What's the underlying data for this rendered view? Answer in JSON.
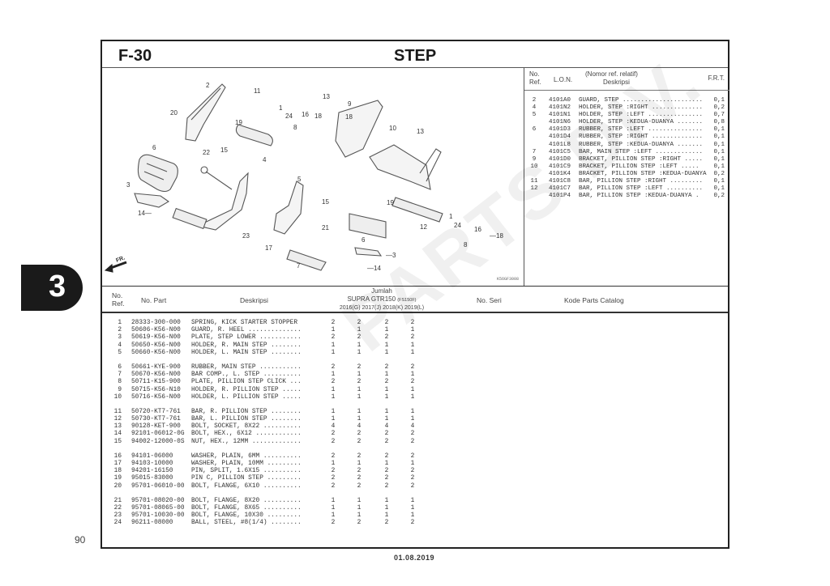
{
  "page": {
    "figure_code": "F-30",
    "figure_title": "STEP",
    "section_number": "3",
    "page_number": "90",
    "date": "01.08.2019",
    "watermark": "PARTS DIV."
  },
  "diagram": {
    "code": "K56GF3008",
    "front_label": "FR.",
    "callouts": [
      "1",
      "2",
      "3",
      "4",
      "5",
      "6",
      "7",
      "8",
      "9",
      "10",
      "11",
      "12",
      "13",
      "14",
      "15",
      "16",
      "17",
      "18",
      "19",
      "20",
      "21",
      "22",
      "23",
      "24"
    ]
  },
  "lon_table": {
    "headers": {
      "ref_line1": "No.",
      "ref_line2": "Ref.",
      "lon": "L.O.N.",
      "desc_line1": "(Nomor ref. relatif)",
      "desc_line2": "Deskripsi",
      "frt": "F.R.T."
    },
    "rows": [
      {
        "ref": "2",
        "lon": "4101A0",
        "desc": "GUARD, STEP ......................",
        "frt": "0,1"
      },
      {
        "ref": "4",
        "lon": "4101N2",
        "desc": "HOLDER, STEP :RIGHT ..............",
        "frt": "0,2"
      },
      {
        "ref": "5",
        "lon": "4101N1",
        "desc": "HOLDER, STEP :LEFT ...............",
        "frt": "0,7"
      },
      {
        "ref": "",
        "lon": "4101N6",
        "desc": "HOLDER, STEP :KEDUA-DUANYA .......",
        "frt": "0,8"
      },
      {
        "ref": "6",
        "lon": "4101D3",
        "desc": "RUBBER, STEP :LEFT ...............",
        "frt": "0,1"
      },
      {
        "ref": "",
        "lon": "4101D4",
        "desc": "RUBBER, STEP :RIGHT ..............",
        "frt": "0,1"
      },
      {
        "ref": "",
        "lon": "4101L8",
        "desc": "RUBBER, STEP :KEDUA-DUANYA .......",
        "frt": "0,1"
      },
      {
        "ref": "7",
        "lon": "4101C5",
        "desc": "BAR, MAIN STEP :LEFT .............",
        "frt": "0,1"
      },
      {
        "ref": "9",
        "lon": "4101D0",
        "desc": "BRACKET, PILLION STEP :RIGHT .....",
        "frt": "0,1"
      },
      {
        "ref": "10",
        "lon": "4101C9",
        "desc": "BRACKET, PILLION STEP :LEFT .....",
        "frt": "0,1"
      },
      {
        "ref": "",
        "lon": "4101K4",
        "desc": "BRACKET, PILLION STEP :KEDUA-DUANYA",
        "frt": "0,2"
      },
      {
        "ref": "11",
        "lon": "4101C8",
        "desc": "BAR, PILLION STEP :RIGHT .........",
        "frt": "0,1"
      },
      {
        "ref": "12",
        "lon": "4101C7",
        "desc": "BAR, PILLION STEP :LEFT ..........",
        "frt": "0,1"
      },
      {
        "ref": "",
        "lon": "4101P4",
        "desc": "BAR, PILLION STEP :KEDUA-DUANYA .",
        "frt": "0,2"
      }
    ]
  },
  "parts_table": {
    "headers": {
      "ref_line1": "No.",
      "ref_line2": "Ref.",
      "part_no": "No. Part",
      "desc": "Deskripsi",
      "qty_title": "Jumlah",
      "model": "SUPRA GTR150",
      "model_code": "(FS150F)",
      "years": "2016(G)  2017(J)  2018(K)  2019(L)",
      "serial": "No. Seri",
      "catalog": "Kode Parts Catalog"
    },
    "groups": [
      [
        {
          "ref": "1",
          "part": "28333-300-000",
          "desc": "SPRING, KICK STARTER STOPPER",
          "qty": [
            "2",
            "2",
            "2",
            "2"
          ]
        },
        {
          "ref": "2",
          "part": "50606-K56-N00",
          "desc": "GUARD, R. HEEL ..............",
          "qty": [
            "1",
            "1",
            "1",
            "1"
          ]
        },
        {
          "ref": "3",
          "part": "50619-K56-N00",
          "desc": "PLATE, STEP LOWER ...........",
          "qty": [
            "2",
            "2",
            "2",
            "2"
          ]
        },
        {
          "ref": "4",
          "part": "50650-K56-N00",
          "desc": "HOLDER, R. MAIN STEP ........",
          "qty": [
            "1",
            "1",
            "1",
            "1"
          ]
        },
        {
          "ref": "5",
          "part": "50660-K56-N00",
          "desc": "HOLDER, L. MAIN STEP ........",
          "qty": [
            "1",
            "1",
            "1",
            "1"
          ]
        }
      ],
      [
        {
          "ref": "6",
          "part": "50661-KYE-900",
          "desc": "RUBBER, MAIN STEP ...........",
          "qty": [
            "2",
            "2",
            "2",
            "2"
          ]
        },
        {
          "ref": "7",
          "part": "50670-K56-N00",
          "desc": "BAR COMP., L. STEP ..........",
          "qty": [
            "1",
            "1",
            "1",
            "1"
          ]
        },
        {
          "ref": "8",
          "part": "50711-K15-900",
          "desc": "PLATE, PILLION STEP CLICK ...",
          "qty": [
            "2",
            "2",
            "2",
            "2"
          ]
        },
        {
          "ref": "9",
          "part": "50715-K56-N10",
          "desc": "HOLDER, R. PILLION STEP .....",
          "qty": [
            "1",
            "1",
            "1",
            "1"
          ]
        },
        {
          "ref": "10",
          "part": "50716-K56-N00",
          "desc": "HOLDER, L. PILLION STEP .....",
          "qty": [
            "1",
            "1",
            "1",
            "1"
          ]
        }
      ],
      [
        {
          "ref": "11",
          "part": "50720-KT7-761",
          "desc": "BAR, R. PILLION STEP ........",
          "qty": [
            "1",
            "1",
            "1",
            "1"
          ]
        },
        {
          "ref": "12",
          "part": "50730-KT7-761",
          "desc": "BAR, L. PILLION STEP ........",
          "qty": [
            "1",
            "1",
            "1",
            "1"
          ]
        },
        {
          "ref": "13",
          "part": "90128-KET-900",
          "desc": "BOLT, SOCKET, 8X22 ..........",
          "qty": [
            "4",
            "4",
            "4",
            "4"
          ]
        },
        {
          "ref": "14",
          "part": "92101-06012-0G",
          "desc": "BOLT, HEX., 6X12 ............",
          "qty": [
            "2",
            "2",
            "2",
            "2"
          ]
        },
        {
          "ref": "15",
          "part": "94002-12000-0S",
          "desc": "NUT, HEX., 12MM .............",
          "qty": [
            "2",
            "2",
            "2",
            "2"
          ]
        }
      ],
      [
        {
          "ref": "16",
          "part": "94101-06000",
          "desc": "WASHER, PLAIN, 6MM ..........",
          "qty": [
            "2",
            "2",
            "2",
            "2"
          ]
        },
        {
          "ref": "17",
          "part": "94103-10000",
          "desc": "WASHER, PLAIN, 10MM .........",
          "qty": [
            "1",
            "1",
            "1",
            "1"
          ]
        },
        {
          "ref": "18",
          "part": "94201-16150",
          "desc": "PIN, SPLIT, 1.6X15 ..........",
          "qty": [
            "2",
            "2",
            "2",
            "2"
          ]
        },
        {
          "ref": "19",
          "part": "95015-83000",
          "desc": "PIN C, PILLION STEP .........",
          "qty": [
            "2",
            "2",
            "2",
            "2"
          ]
        },
        {
          "ref": "20",
          "part": "95701-06010-00",
          "desc": "BOLT, FLANGE, 6X10 ..........",
          "qty": [
            "2",
            "2",
            "2",
            "2"
          ]
        }
      ],
      [
        {
          "ref": "21",
          "part": "95701-08020-00",
          "desc": "BOLT, FLANGE, 8X20 ..........",
          "qty": [
            "1",
            "1",
            "1",
            "1"
          ]
        },
        {
          "ref": "22",
          "part": "95701-08065-00",
          "desc": "BOLT, FLANGE, 8X65 ..........",
          "qty": [
            "1",
            "1",
            "1",
            "1"
          ]
        },
        {
          "ref": "23",
          "part": "95701-10030-00",
          "desc": "BOLT, FLANGE, 10X30 .........",
          "qty": [
            "1",
            "1",
            "1",
            "1"
          ]
        },
        {
          "ref": "24",
          "part": "96211-08000",
          "desc": "BALL, STEEL, #8(1/4) ........",
          "qty": [
            "2",
            "2",
            "2",
            "2"
          ]
        }
      ]
    ]
  }
}
